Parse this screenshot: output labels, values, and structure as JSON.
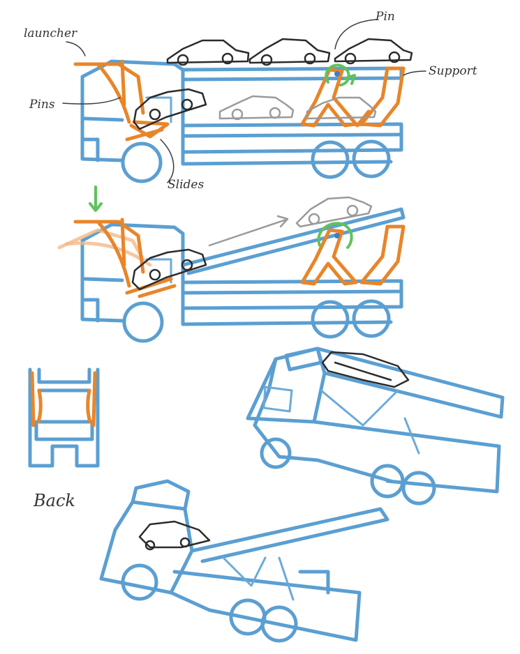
{
  "labels": {
    "launcher": "launcher",
    "pin": "Pin",
    "support": "Support",
    "pins": "Pins",
    "slides": "Slides",
    "back": "Back"
  },
  "colors": {
    "truck_body": "#5b9fd2",
    "launcher_parts": "#e8852a",
    "cars": "#2b2b2b",
    "ghost_cars": "#9a9a9a",
    "motion_arrows": "#5fc35a"
  },
  "icons": {
    "rotation": "green-rotation-arrow-icon",
    "down": "green-down-arrow-icon",
    "motion": "grey-motion-arrow-icon"
  }
}
